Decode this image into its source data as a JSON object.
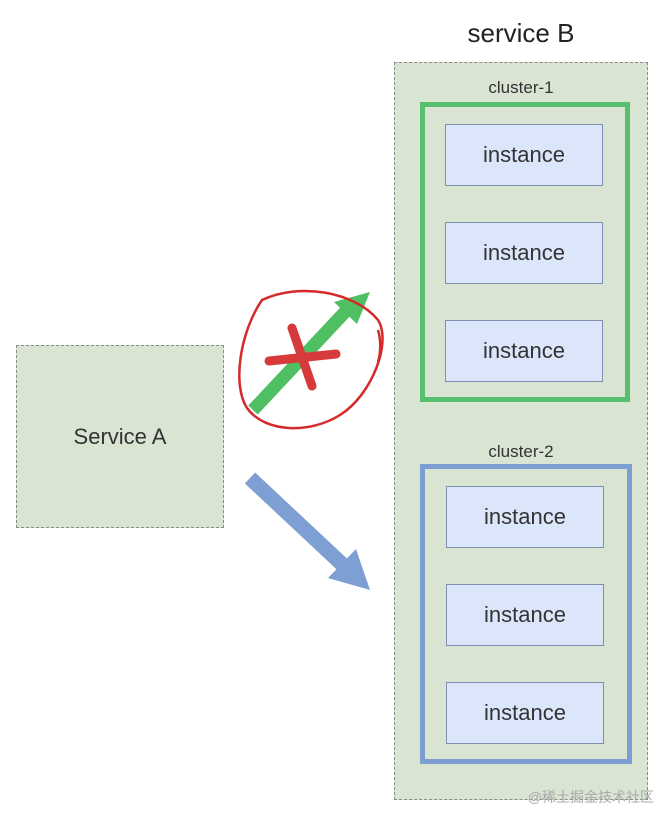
{
  "service_b": {
    "title": "service B",
    "clusters": [
      {
        "label": "cluster-1",
        "instances": [
          "instance",
          "instance",
          "instance"
        ],
        "status": "blocked"
      },
      {
        "label": "cluster-2",
        "instances": [
          "instance",
          "instance",
          "instance"
        ],
        "status": "routed"
      }
    ]
  },
  "service_a": {
    "label": "Service A"
  },
  "colors": {
    "cluster_1_border": "#57bf6d",
    "cluster_2_border": "#7d9ed0",
    "box_fill": "#d9e4d3",
    "instance_fill": "#dbe6fb",
    "blocked_mark": "#d63a3a"
  },
  "watermark": "@稀土掘金技术社区"
}
